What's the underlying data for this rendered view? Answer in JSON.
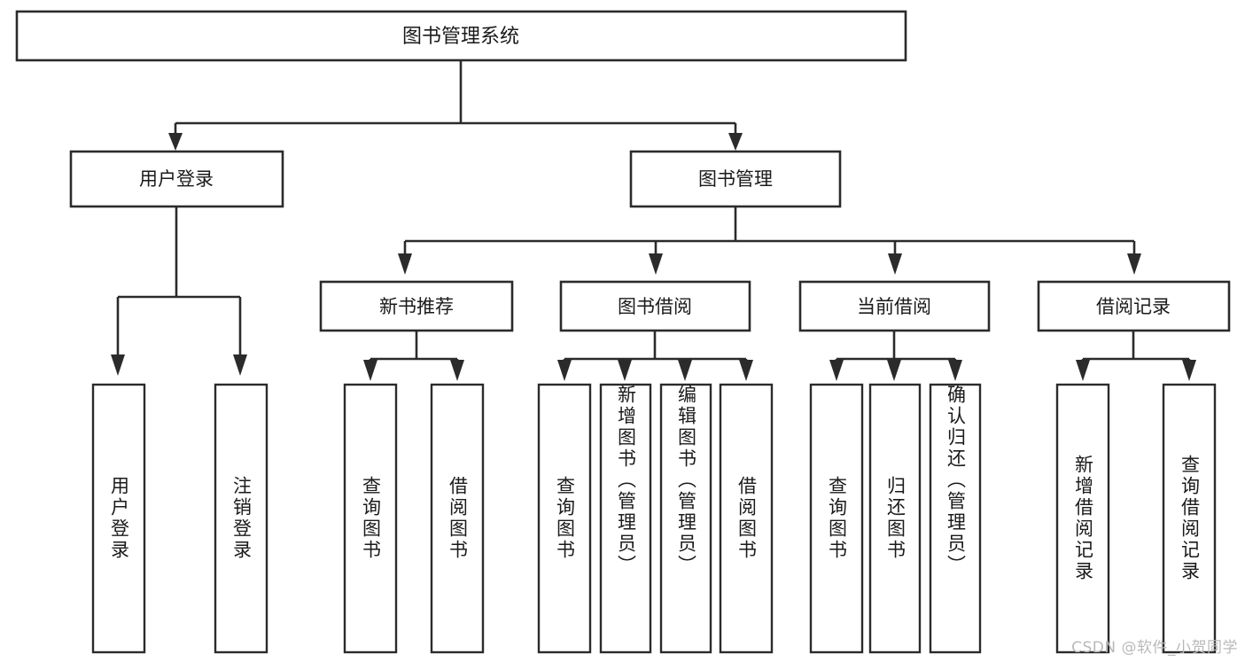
{
  "diagram": {
    "title": "图书管理系统",
    "type": "hierarchy-tree",
    "orientation": "top-down",
    "colors": {
      "box_stroke": "#2b2b2b",
      "box_fill": "#ffffff",
      "text": "#1a1a1a",
      "background": "#ffffff",
      "watermark": "#b9b9b9"
    },
    "root": {
      "label": "图书管理系统"
    },
    "level1": [
      {
        "label": "用户登录"
      },
      {
        "label": "图书管理"
      }
    ],
    "level2": [
      {
        "label": "新书推荐"
      },
      {
        "label": "图书借阅"
      },
      {
        "label": "当前借阅"
      },
      {
        "label": "借阅记录"
      }
    ],
    "leaves": {
      "user_login": [
        {
          "label": "用户登录"
        },
        {
          "label": "注销登录"
        }
      ],
      "new_book_recommend": [
        {
          "label": "查询图书"
        },
        {
          "label": "借阅图书"
        }
      ],
      "book_borrow": [
        {
          "label": "查询图书"
        },
        {
          "label": "新增图书（管理员）"
        },
        {
          "label": "编辑图书（管理员）"
        },
        {
          "label": "借阅图书"
        }
      ],
      "current_borrow": [
        {
          "label": "查询图书"
        },
        {
          "label": "归还图书"
        },
        {
          "label": "确认归还（管理员）"
        }
      ],
      "borrow_record": [
        {
          "label": "新增借阅记录"
        },
        {
          "label": "查询借阅记录"
        }
      ]
    }
  },
  "watermark": {
    "text": "CSDN @软件_小贺同学"
  }
}
